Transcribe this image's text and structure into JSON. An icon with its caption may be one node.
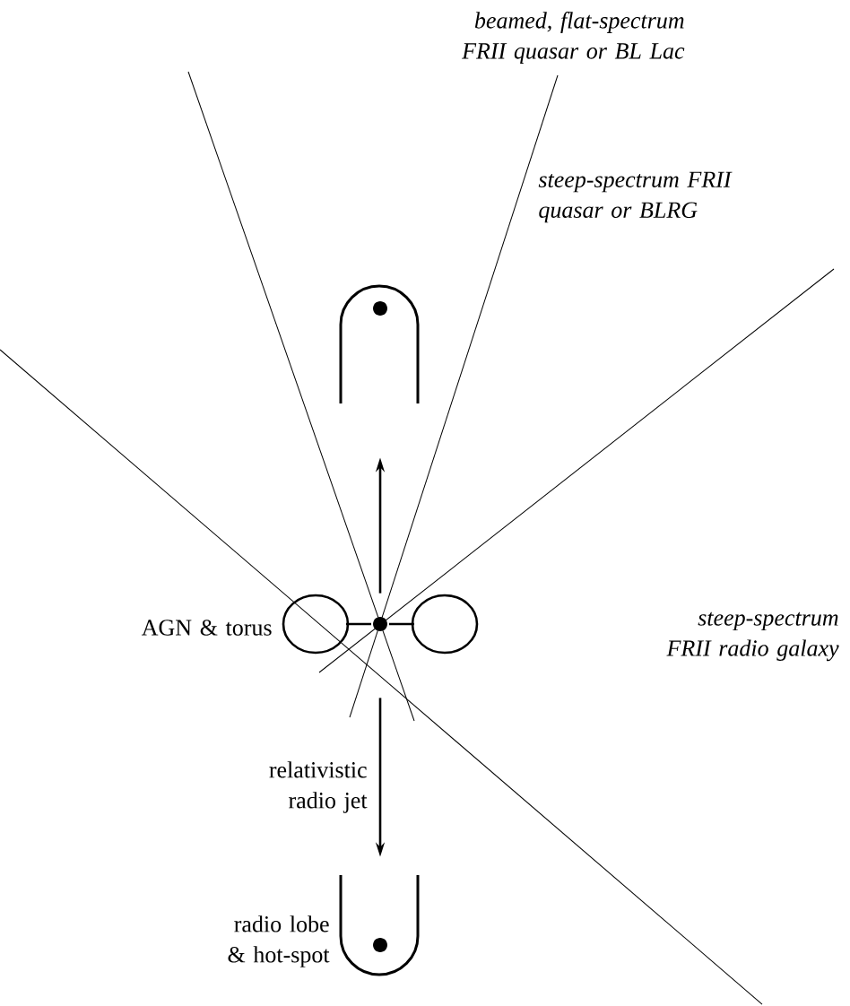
{
  "diagram": {
    "nodes": [
      {
        "text": [],
        "shape": "circle"
      },
      {
        "text": [],
        "shape": "lobe"
      },
      {
        "text": [],
        "shape": "lobe",
        "beside": [
          "radio lobe & hot-spot"
        ]
      }
    ],
    "edges": [
      {
        "from": 0,
        "to": 1,
        "arrow": "to"
      },
      {
        "from": 0,
        "to": 2,
        "arrow": "to",
        "label": "relativistic radio jet"
      }
    ],
    "labels": [
      "AGN & torus",
      "beamed, flat-spectrum FRII quasar or BL Lac",
      "steep-spectrum FRII quasar or BLRG",
      "steep-spectrum FRII radio galaxy"
    ]
  }
}
